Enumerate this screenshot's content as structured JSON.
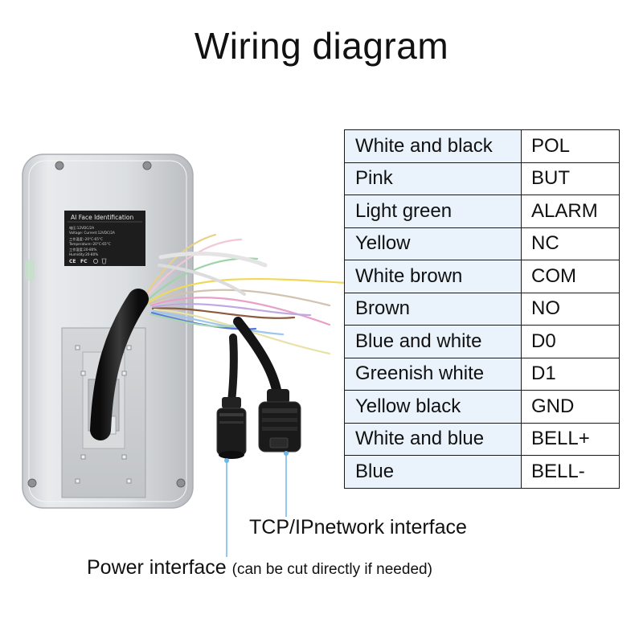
{
  "title": "Wiring diagram",
  "device": {
    "label_title": "AI Face Identification",
    "label_specs": [
      "电压:12VDC/2A",
      "Voltage: Current:12VDC/2A",
      "工作温度:-20°C-65°C",
      "Temperature:-20°C-65°C",
      "工作湿度:20-80%",
      "Humidity:20-80%"
    ],
    "cert_marks": [
      "CE",
      "FC"
    ]
  },
  "wiring_table": [
    {
      "color": "White and black",
      "signal": "POL"
    },
    {
      "color": "Pink",
      "signal": "BUT"
    },
    {
      "color": "Light green",
      "signal": "ALARM"
    },
    {
      "color": "Yellow",
      "signal": "NC"
    },
    {
      "color": "White brown",
      "signal": "COM"
    },
    {
      "color": "Brown",
      "signal": "NO"
    },
    {
      "color": "Blue and white",
      "signal": "D0"
    },
    {
      "color": "Greenish white",
      "signal": "D1"
    },
    {
      "color": "Yellow black",
      "signal": "GND"
    },
    {
      "color": "White and blue",
      "signal": "BELL+"
    },
    {
      "color": "Blue",
      "signal": "BELL-"
    }
  ],
  "callouts": {
    "tcp": "TCP/IPnetwork interface",
    "power": "Power interface",
    "power_note": "(can be cut directly if needed)"
  },
  "colors": {
    "table_left_bg": "#eaf3fb",
    "callout_line": "#6fb7e8",
    "device_body": "#d9dcdf"
  }
}
